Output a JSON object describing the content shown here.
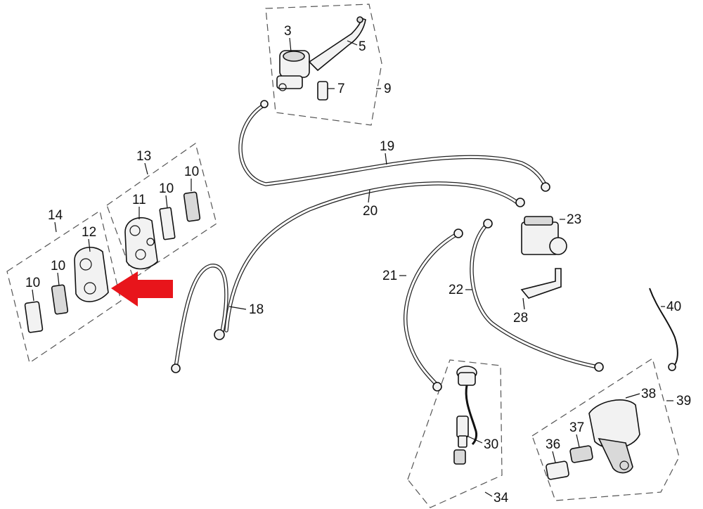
{
  "labels": {
    "l3": "3",
    "l5": "5",
    "l7": "7",
    "l9": "9",
    "l13": "13",
    "l11": "11",
    "l10a": "10",
    "l10b": "10",
    "l14": "14",
    "l12": "12",
    "l10c": "10",
    "l10d": "10",
    "l19": "19",
    "l20": "20",
    "l18": "18",
    "l23": "23",
    "l28": "28",
    "l21": "21",
    "l22": "22",
    "l40": "40",
    "l38": "38",
    "l39": "39",
    "l37": "37",
    "l36": "36",
    "l30": "30",
    "l34": "34"
  },
  "colors": {
    "arrow": "#e8151b",
    "line": "#111111"
  },
  "icons": {
    "pointer": "left-arrow-icon"
  }
}
